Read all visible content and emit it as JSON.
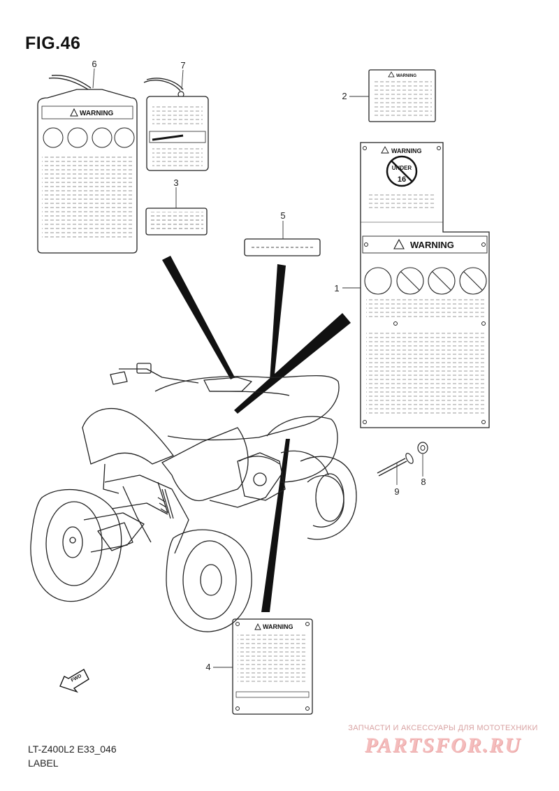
{
  "figure": {
    "title": "FIG.46",
    "model_code": "LT-Z400L2 E33_046",
    "section": "LABEL"
  },
  "callouts": [
    "1",
    "2",
    "3",
    "4",
    "5",
    "6",
    "7",
    "8",
    "9"
  ],
  "labels": {
    "warning_text": "WARNING",
    "under_age_line1": "UNDER",
    "under_age_line2": "16",
    "fwd_text": "FWD"
  },
  "watermark": {
    "line1": "ЗАПЧАСТИ И АКСЕССУАРЫ ДЛЯ МОТОТЕХНИКИ",
    "brand": "PARTSFOR.RU"
  }
}
